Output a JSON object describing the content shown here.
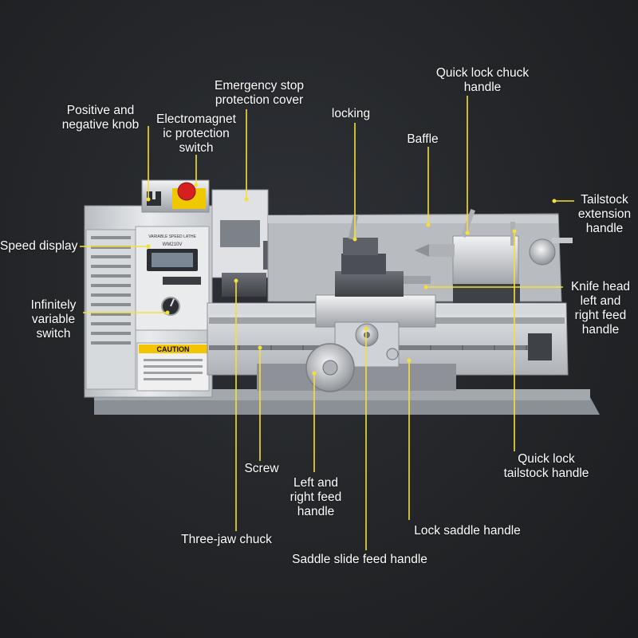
{
  "colors": {
    "background": "#232528",
    "leader": "#f5df3a",
    "label": "#ffffff",
    "caution": "#f4c400",
    "estop": "#d62020",
    "machine_body": "#c9ccd0"
  },
  "machine": {
    "panel_model": "WM210V",
    "panel_caption": "VARIABLE SPEED LATHE",
    "caution_text": "CAUTION"
  },
  "labels": {
    "positive_negative_knob": [
      "Positive and",
      "negative knob"
    ],
    "electromagnetic_switch": [
      "Electromagnet",
      "ic protection",
      "switch"
    ],
    "emergency_stop_cover": [
      "Emergency stop",
      "protection cover"
    ],
    "locking": [
      "locking"
    ],
    "baffle": [
      "Baffle"
    ],
    "quick_lock_chuck_handle": [
      "Quick lock chuck",
      "handle"
    ],
    "tailstock_extension_handle": [
      "Tailstock",
      "extension",
      "handle"
    ],
    "speed_display": [
      "Speed display"
    ],
    "knife_head_feed_handle": [
      "Knife head",
      "left and",
      "right feed",
      "handle"
    ],
    "infinitely_variable_switch": [
      "Infinitely",
      "variable",
      "switch"
    ],
    "quick_lock_tailstock_handle": [
      "Quick lock",
      "tailstock handle"
    ],
    "screw": [
      "Screw"
    ],
    "left_right_feed_handle": [
      "Left and",
      "right feed",
      "handle"
    ],
    "lock_saddle_handle": [
      "Lock saddle handle"
    ],
    "three_jaw_chuck": [
      "Three-jaw chuck"
    ],
    "saddle_slide_feed_handle": [
      "Saddle slide feed handle"
    ]
  }
}
